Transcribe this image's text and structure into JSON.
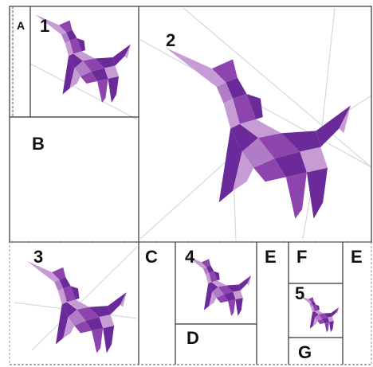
{
  "colors": {
    "dark_purple": "#6a2a9a",
    "mid_purple": "#8e44ad",
    "light_purple": "#c79bd3",
    "pale_purple": "#e3cdea",
    "fold_line": "#c8d6d6",
    "frame_line": "#333333"
  },
  "subject": "origami-unicorn",
  "labels": {
    "a": "A",
    "b": "B",
    "c": "C",
    "d": "D",
    "e1": "E",
    "e2": "E",
    "f": "F",
    "g": "G",
    "n1": "1",
    "n2": "2",
    "n3": "3",
    "n4": "4",
    "n5": "5"
  }
}
